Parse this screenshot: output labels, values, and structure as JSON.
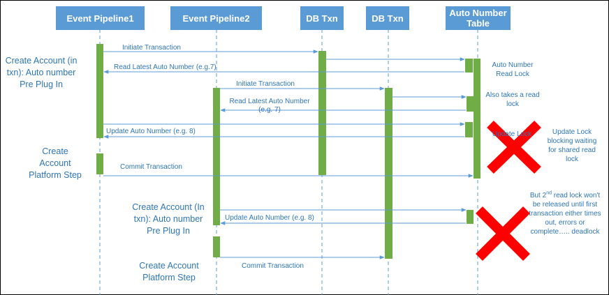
{
  "colors": {
    "header_bg": "#5b9bd5",
    "header_text": "#ffffff",
    "lifeline": "#5b9bd5",
    "activation": "#70ad47",
    "arrow": "#5b9bd5",
    "text": "#2e75b6",
    "cross": "#ff0000"
  },
  "participants": [
    {
      "id": "ep1",
      "label": "Event Pipeline1"
    },
    {
      "id": "ep2",
      "label": "Event Pipeline2"
    },
    {
      "id": "db1",
      "label": "DB Txn"
    },
    {
      "id": "db2",
      "label": "DB Txn"
    },
    {
      "id": "ant",
      "label": "Auto Number Table"
    }
  ],
  "messages": [
    {
      "id": "m1",
      "text": "Initiate Transaction"
    },
    {
      "id": "m2",
      "text": "Read Latest Auto Number (e.g.7)"
    },
    {
      "id": "m3",
      "text": "Initiate Transaction"
    },
    {
      "id": "m4",
      "text": "Read Latest Auto Number (e.g. 7)"
    },
    {
      "id": "m5",
      "text": "Update Auto Number (e.g. 8)"
    },
    {
      "id": "m6",
      "text": "Commit Transaction"
    },
    {
      "id": "m7",
      "text": "Update Auto Number (e.g. 8)"
    },
    {
      "id": "m8",
      "text": "Commit Transaction"
    }
  ],
  "steps": {
    "ep1_pre": "Create Account (in txn): Auto number Pre Plug In",
    "ep1_platform": "Create Account Platform Step",
    "ep2_pre": "Create Account (In txn): Auto number Pre Plug In",
    "ep2_platform": "Create Account Platform Step"
  },
  "notes": {
    "read_lock": "Auto Number Read Lock",
    "also_read_lock": "Also takes a read lock",
    "update_lock": "Update Lock blocking waiting for shared read lock",
    "obscured": "Update Lock",
    "deadlock": {
      "prefix": "But 2",
      "superscript": "nd",
      "suffix": " read lock won't be released until first transaction either times out, errors or complete….. deadlock"
    }
  }
}
